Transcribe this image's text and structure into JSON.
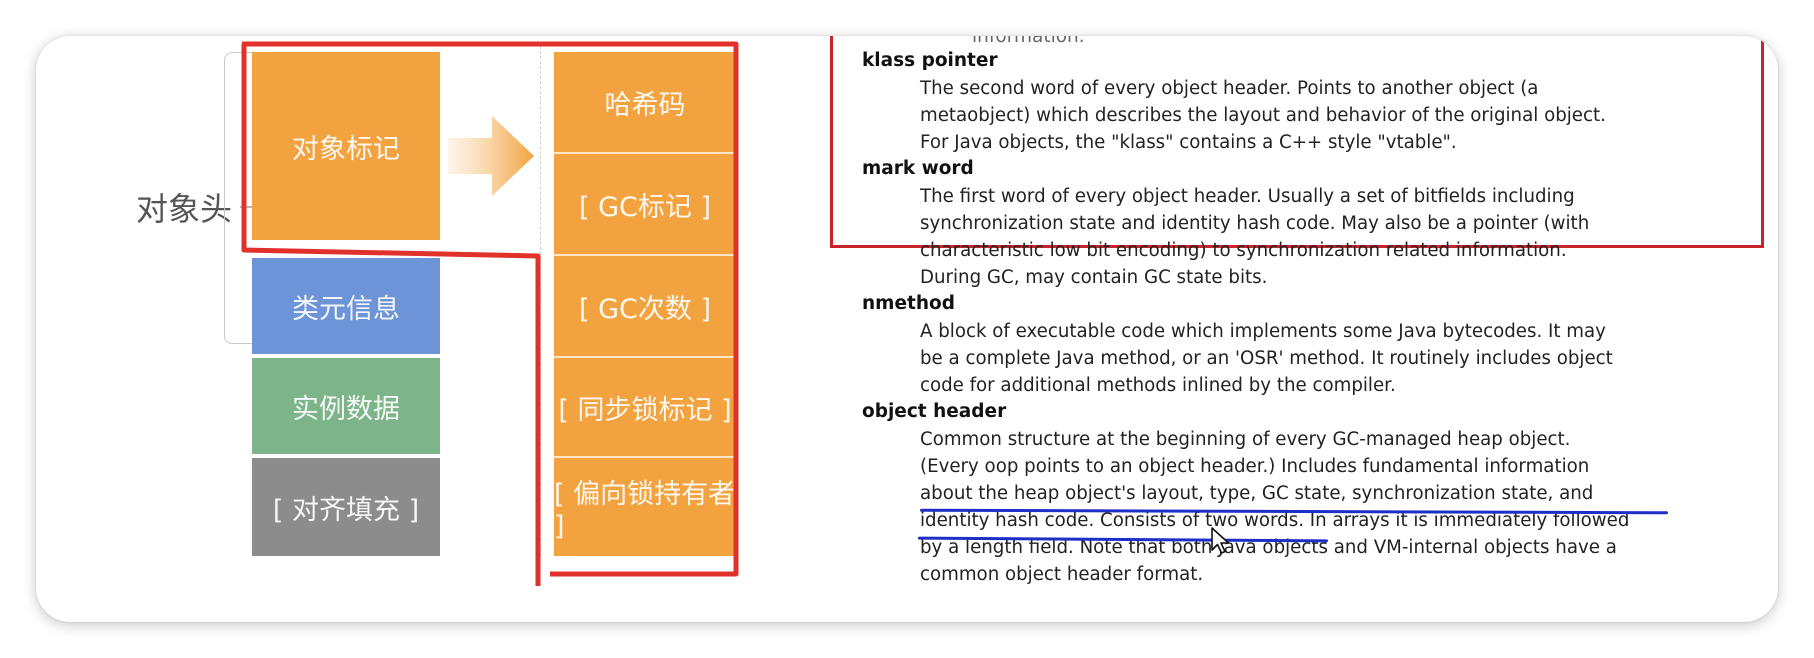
{
  "diagram": {
    "group_label": "对象头",
    "left_blocks": [
      {
        "label": "对象标记",
        "color": "#f2a340"
      },
      {
        "label": "类元信息",
        "color": "#6d94d6"
      },
      {
        "label": "实例数据",
        "color": "#7db48a"
      },
      {
        "label": "[ 对齐填充 ]",
        "color": "#8c8c8c"
      }
    ],
    "right_blocks": [
      {
        "label": "哈希码"
      },
      {
        "label": "[ GC标记 ]"
      },
      {
        "label": "[ GC次数 ]"
      },
      {
        "label": "[ 同步锁标记 ]"
      },
      {
        "label": "[ 偏向锁持有者 ]"
      }
    ],
    "highlight_color": "#e0322a"
  },
  "glossary": {
    "cut_text": "information.",
    "entries": [
      {
        "term": "klass pointer",
        "lines": [
          "The second word of every object header. Points to another object (a",
          "metaobject) which describes the layout and behavior of the original object.",
          "For Java objects, the \"klass\" contains a C++ style \"vtable\"."
        ]
      },
      {
        "term": "mark word",
        "lines": [
          "The first word of every object header. Usually a set of bitfields including",
          "synchronization state and identity hash code. May also be a pointer (with",
          "characteristic low bit encoding) to synchronization related information.",
          "During GC, may contain GC state bits."
        ]
      },
      {
        "term": "nmethod",
        "lines": [
          "A block of executable code which implements some Java bytecodes. It may",
          "be a complete Java method, or an 'OSR' method. It routinely includes object",
          "code for additional methods inlined by the compiler."
        ]
      },
      {
        "term": "object header",
        "lines": [
          "Common structure at the beginning of every GC-managed heap object.",
          "(Every oop points to an object header.) Includes fundamental information",
          "about the heap object's layout, type, GC state, synchronization state, and",
          "identity hash code. Consists of two words. In arrays it is immediately followed",
          "by a length field. Note that both Java objects and VM-internal objects have a",
          "common object header format."
        ]
      }
    ],
    "box_color": "#c8242b",
    "underline_color": "#1e2fc8"
  }
}
